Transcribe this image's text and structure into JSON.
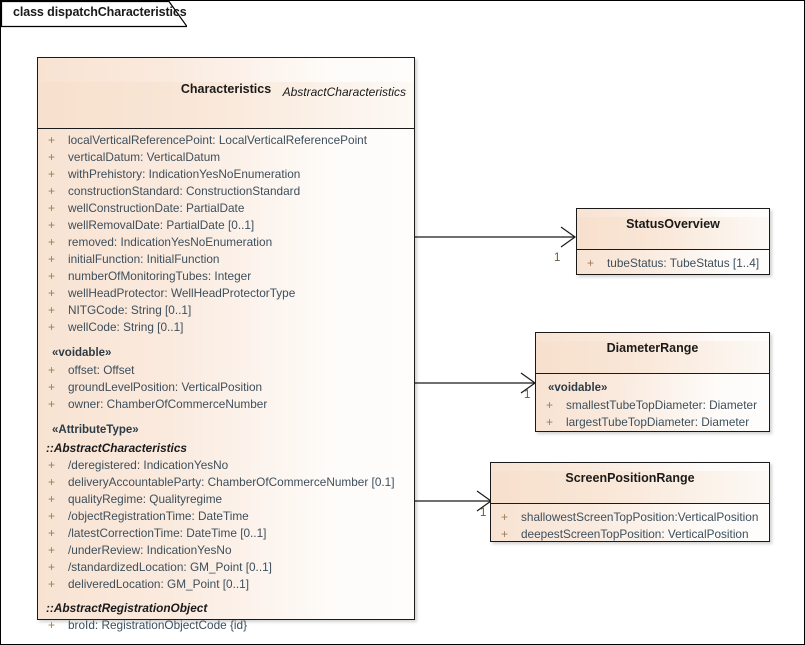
{
  "diagram": {
    "tab_label": "class dispatchCharacteristics",
    "background": "#ffffff",
    "border_color": "#000000"
  },
  "colors": {
    "class_header_fill": "#f8e2d0",
    "class_body_fill_left": "#f8e3d2",
    "class_body_fill_right": "#fffdfc",
    "class_border": "#1a1a1a",
    "attribute_text": "#3d4f5c",
    "visibility_marker": "#a07c56",
    "multiplicity_text": "#6b5a3e"
  },
  "classes": {
    "characteristics": {
      "name": "Characteristics",
      "abstract_tag": "AbstractCharacteristics",
      "sections": [
        {
          "kind": "attributes",
          "rows": [
            {
              "vis": "+",
              "text": "localVerticalReferencePoint: LocalVerticalReferencePoint"
            },
            {
              "vis": "+",
              "text": "verticalDatum: VerticalDatum"
            },
            {
              "vis": "+",
              "text": "withPrehistory: IndicationYesNoEnumeration"
            },
            {
              "vis": "+",
              "text": "constructionStandard: ConstructionStandard"
            },
            {
              "vis": "+",
              "text": "wellConstructionDate: PartialDate"
            },
            {
              "vis": "+",
              "text": "wellRemovalDate: PartialDate [0..1]"
            },
            {
              "vis": "+",
              "text": "removed: IndicationYesNoEnumeration"
            },
            {
              "vis": "+",
              "text": "initialFunction: InitialFunction"
            },
            {
              "vis": "+",
              "text": "numberOfMonitoringTubes: Integer"
            },
            {
              "vis": "+",
              "text": "wellHeadProtector: WellHeadProtectorType"
            },
            {
              "vis": "+",
              "text": "NITGCode: String [0..1]"
            },
            {
              "vis": "+",
              "text": "wellCode: String [0..1]"
            }
          ]
        },
        {
          "kind": "stereotype",
          "label": "«voidable»",
          "rows": [
            {
              "vis": "+",
              "text": "offset: Offset"
            },
            {
              "vis": "+",
              "text": "groundLevelPosition: VerticalPosition"
            },
            {
              "vis": "+",
              "text": "owner: ChamberOfCommerceNumber"
            }
          ]
        },
        {
          "kind": "stereotype",
          "label": "«AttributeType»",
          "rows": []
        },
        {
          "kind": "group",
          "label": "::AbstractCharacteristics",
          "rows": [
            {
              "vis": "+",
              "text": "/deregistered: IndicationYesNo"
            },
            {
              "vis": "+",
              "text": "deliveryAccountableParty: ChamberOfCommerceNumber [0.1]"
            },
            {
              "vis": "+",
              "text": "qualityRegime: Qualityregime"
            },
            {
              "vis": "+",
              "text": "/objectRegistrationTime: DateTime"
            },
            {
              "vis": "+",
              "text": "/latestCorrectionTime: DateTime [0..1]"
            },
            {
              "vis": "+",
              "text": "/underReview: IndicationYesNo"
            },
            {
              "vis": "+",
              "text": "/standardizedLocation: GM_Point [0..1]"
            },
            {
              "vis": "+",
              "text": "deliveredLocation: GM_Point [0..1]"
            }
          ]
        },
        {
          "kind": "group",
          "label": "::AbstractRegistrationObject",
          "rows": [
            {
              "vis": "+",
              "text": "broId: RegistrationObjectCode {id}"
            }
          ]
        }
      ]
    },
    "status_overview": {
      "name": "StatusOverview",
      "rows": [
        {
          "vis": "+",
          "text": "tubeStatus: TubeStatus [1..4]"
        }
      ]
    },
    "diameter_range": {
      "name": "DiameterRange",
      "stereotype": "«voidable»",
      "rows": [
        {
          "vis": "+",
          "text": "smallestTubeTopDiameter: Diameter"
        },
        {
          "vis": "+",
          "text": "largestTubeTopDiameter: Diameter"
        }
      ]
    },
    "screen_position_range": {
      "name": "ScreenPositionRange",
      "rows": [
        {
          "vis": "+",
          "text": "shallowestScreenTopPosition:VerticalPosition"
        },
        {
          "vis": "+",
          "text": "deepestScreenTopPosition: VerticalPosition"
        }
      ]
    }
  },
  "connectors": [
    {
      "id": "characteristics-to-statusoverview",
      "target_multiplicity": "1"
    },
    {
      "id": "characteristics-to-diameterrange",
      "target_multiplicity": "1"
    },
    {
      "id": "characteristics-to-screenpositionrange",
      "target_multiplicity": "1"
    }
  ]
}
